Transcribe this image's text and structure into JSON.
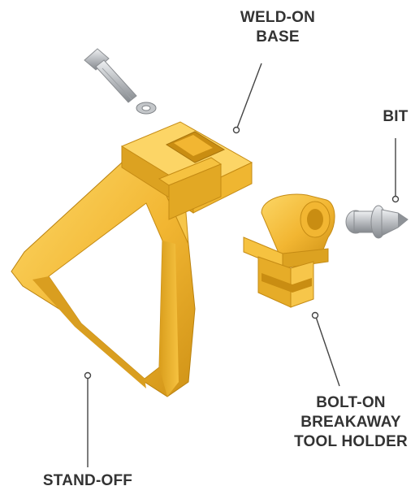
{
  "labels": {
    "weld_on_base": [
      "WELD-ON",
      "BASE"
    ],
    "bit": [
      "BIT"
    ],
    "breakaway_tool_holder": [
      "BOLT-ON",
      "BREAKAWAY",
      "TOOL HOLDER"
    ],
    "stand_off": [
      "STAND-OFF"
    ]
  },
  "colors": {
    "part_yellow": "#f2b632",
    "part_yellow_light": "#fbd25e",
    "part_yellow_dark": "#c98d12",
    "bolt_grey": "#b9bcc0",
    "leader_line": "#444444",
    "label_text": "#333333"
  }
}
